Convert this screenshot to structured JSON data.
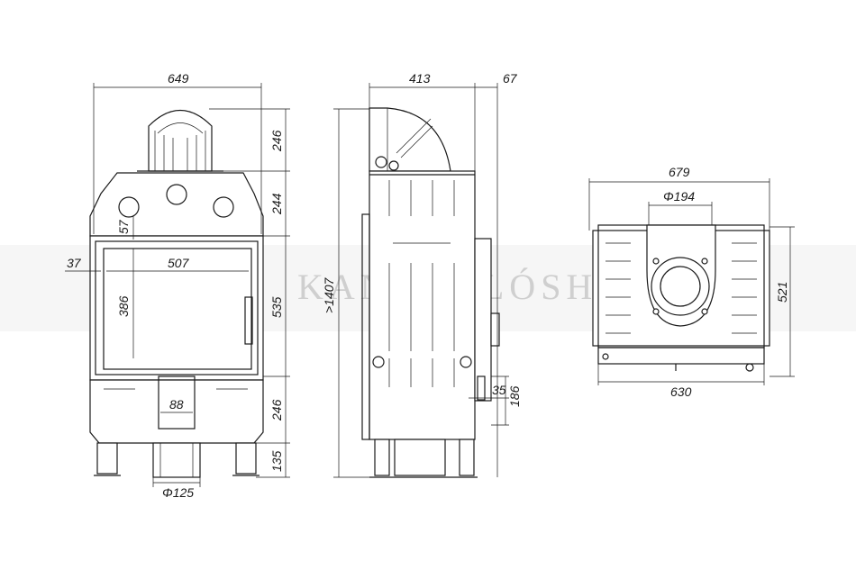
{
  "watermark": {
    "text": "KANDALLÓSHOP",
    "color": "#cccccc"
  },
  "front_view": {
    "width": "649",
    "top_height": "246",
    "mid_height": "244",
    "door_height": "535",
    "lower_height": "246",
    "leg_height": "135",
    "glass_width": "507",
    "glass_height": "386",
    "glass_top_offset": "57",
    "side_offset": "37",
    "ash_width": "88",
    "inlet_diameter": "Φ125"
  },
  "side_view": {
    "depth": "413",
    "handle_depth": "67",
    "total_height": ">1407",
    "vent_width": "35",
    "vent_height": "186"
  },
  "top_view": {
    "width": "679",
    "flue_diameter": "Φ194",
    "depth": "521",
    "body_width": "630"
  }
}
